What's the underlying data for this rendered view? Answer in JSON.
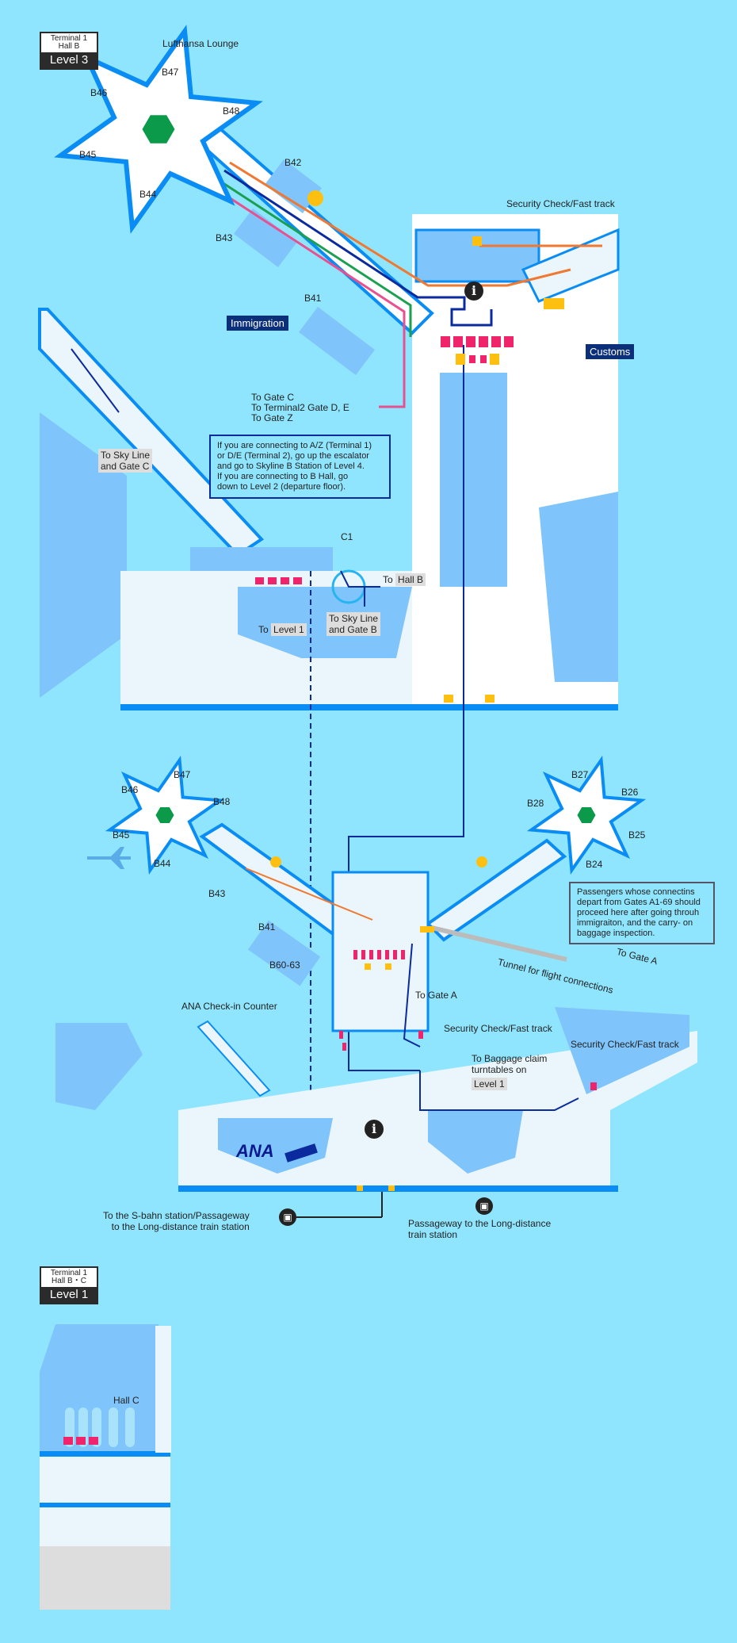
{
  "level3": {
    "terminal": "Terminal 1",
    "hall": "Hall B",
    "level": "Level 3"
  },
  "level1": {
    "terminal": "Terminal 1",
    "hall": "Hall B・C",
    "level": "Level 1"
  },
  "upper": {
    "lounge": "Lufthansa Lounge",
    "gates": {
      "b47": "B47",
      "b46": "B46",
      "b48": "B48",
      "b45": "B45",
      "b44": "B44",
      "b42": "B42",
      "b43": "B43",
      "b41": "B41"
    },
    "security": "Security Check/Fast track",
    "immigration": "Immigration",
    "customs": "Customs",
    "to_gate_c": "To Gate C",
    "to_terminal2": "To Terminal2 Gate D, E",
    "to_gate_z": "To Gate Z",
    "sky_line_c_1": "To Sky Line",
    "sky_line_c_2": "and Gate C",
    "note": "If you are connecting to A/Z (Terminal 1)\nor D/E (Terminal 2), go up the escalator\nand go to Skyline B Station of Level 4.\n   If you are connecting to B Hall, go\n   down to Level 2 (departure floor).",
    "c1": "C1",
    "to_hall_b_to": "To",
    "to_hall_b": "Hall B",
    "to_level1_to": "To",
    "to_level1": "Level 1",
    "sky_line_b_1": "To Sky Line",
    "sky_line_b_2": "and Gate B"
  },
  "lower": {
    "gates": {
      "b47": "B47",
      "b46": "B46",
      "b48": "B48",
      "b45": "B45",
      "b44": "B44",
      "b43": "B43",
      "b41": "B41",
      "b60": "B60-63",
      "b27": "B27",
      "b28": "B28",
      "b26": "B26",
      "b25": "B25",
      "b24": "B24"
    },
    "passengers_note": "Passengers whose connectins\ndepart from Gates A1-69 should\nproceed here after going throuh\nimmigraiton, and the carry- on\nbaggage inspection.",
    "tunnel_to_gate_a": "To Gate A",
    "tunnel": "Tunnel for flight connections",
    "to_gate_a": "To Gate A",
    "ana_counter": "ANA Check-in Counter",
    "ana_logo": "ANA",
    "security_1": "Security Check/Fast track",
    "security_2": "Security Check/Fast track",
    "baggage_1": "To Baggage claim",
    "baggage_2": "turntables on",
    "baggage_level": "Level 1",
    "sbahn_1": "To the S-bahn station/Passageway",
    "sbahn_2": "to the Long-distance train station",
    "passageway_1": "Passageway to the Long-distance",
    "passageway_2": "train station"
  },
  "hall_c": "Hall C",
  "icons": {
    "info": "i",
    "train": "▣"
  },
  "colors": {
    "bg": "#8fe5fd",
    "building": "#7fc4fb",
    "wall": "#0a8cf5",
    "route_blue": "#0a2a9e",
    "route_pink": "#e8508f",
    "route_orange": "#f07830",
    "route_green": "#1aa050",
    "lounge": "#0a9a4a",
    "counter": "#f0246a",
    "customs": "#fdc010"
  }
}
